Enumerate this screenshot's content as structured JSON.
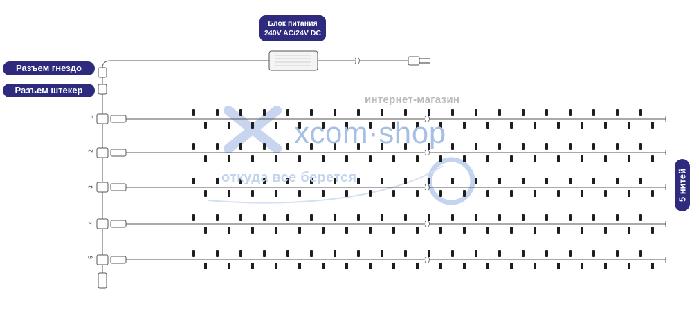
{
  "power_supply": {
    "line1": "Блок питания",
    "line2": "240V AC/24V DC"
  },
  "labels": {
    "socket": "Разъем гнездо",
    "plug": "Разъем штекер",
    "strands": "5 нитей"
  },
  "strand_numbers": [
    "1",
    "2",
    "3",
    "4",
    "5"
  ],
  "watermark": {
    "top": "интернет-магазин",
    "brand": "xcom·shop",
    "tagline": "откуда все берется"
  },
  "colors": {
    "accent": "#2e2a7e",
    "wire": "#555555",
    "watermark": "#a6bfe3"
  }
}
